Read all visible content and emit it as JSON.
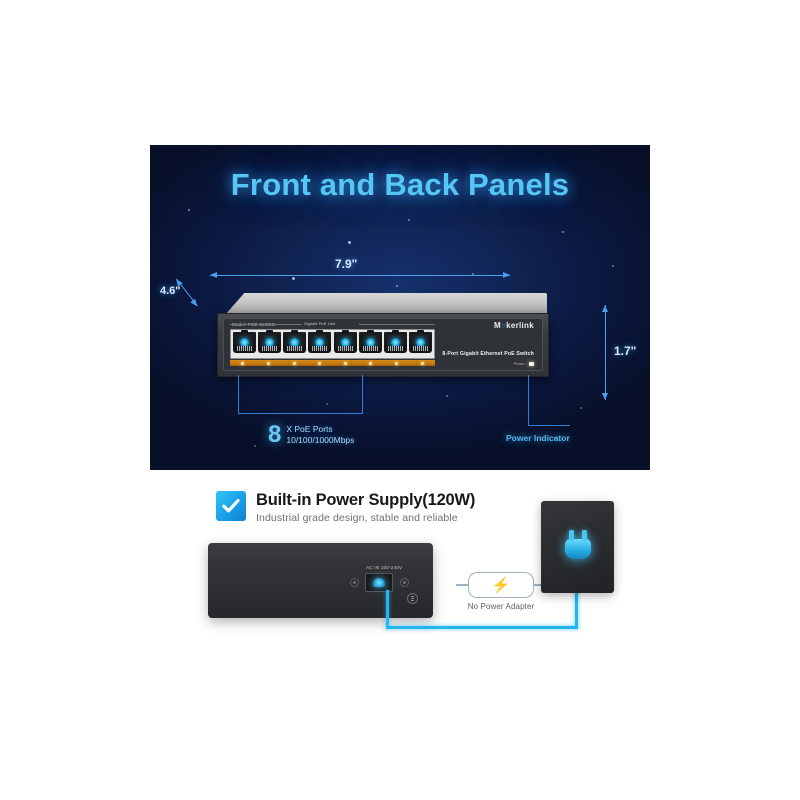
{
  "top_panel": {
    "title": "Front and Back Panels",
    "dimensions": {
      "width": "7.9\"",
      "depth": "4.6\"",
      "height": "1.7\""
    },
    "device": {
      "model_label": "Model: POE-GX80G",
      "brand": "M",
      "brand_dot": "○",
      "brand_rest": "kerlink",
      "description": "8-Port Gigabit Ethernet PoE Switch",
      "link_label": "Gigabit PoE Link",
      "power_label": "Power",
      "port_count": 8
    },
    "callouts": {
      "ports_number": "8",
      "ports_line1": "X PoE Ports",
      "ports_line2": "10/100/1000Mbps",
      "power_indicator": "Power Indicator"
    }
  },
  "feature": {
    "title": "Built-in Power Supply(120W)",
    "subtitle": "Industrial grade design, stable and reliable",
    "check_icon": "check-icon",
    "back_panel": {
      "ac_input_label": "AC IN 100-240V",
      "ground_icon": "ground-icon",
      "socket_icon": "ac-socket-icon"
    },
    "no_adapter": {
      "label": "No Power Adapter",
      "bolt_icon": "lightning-bolt-icon"
    },
    "wall_outlet": {
      "plug_icon": "power-plug-icon"
    }
  },
  "colors": {
    "accent_cyan": "#56c7f5",
    "panel_bg": "#0d1b3e",
    "callout_blue": "#2f7fd6",
    "cable_blue": "#23b6ef",
    "led_amber": "#d98b1d"
  }
}
